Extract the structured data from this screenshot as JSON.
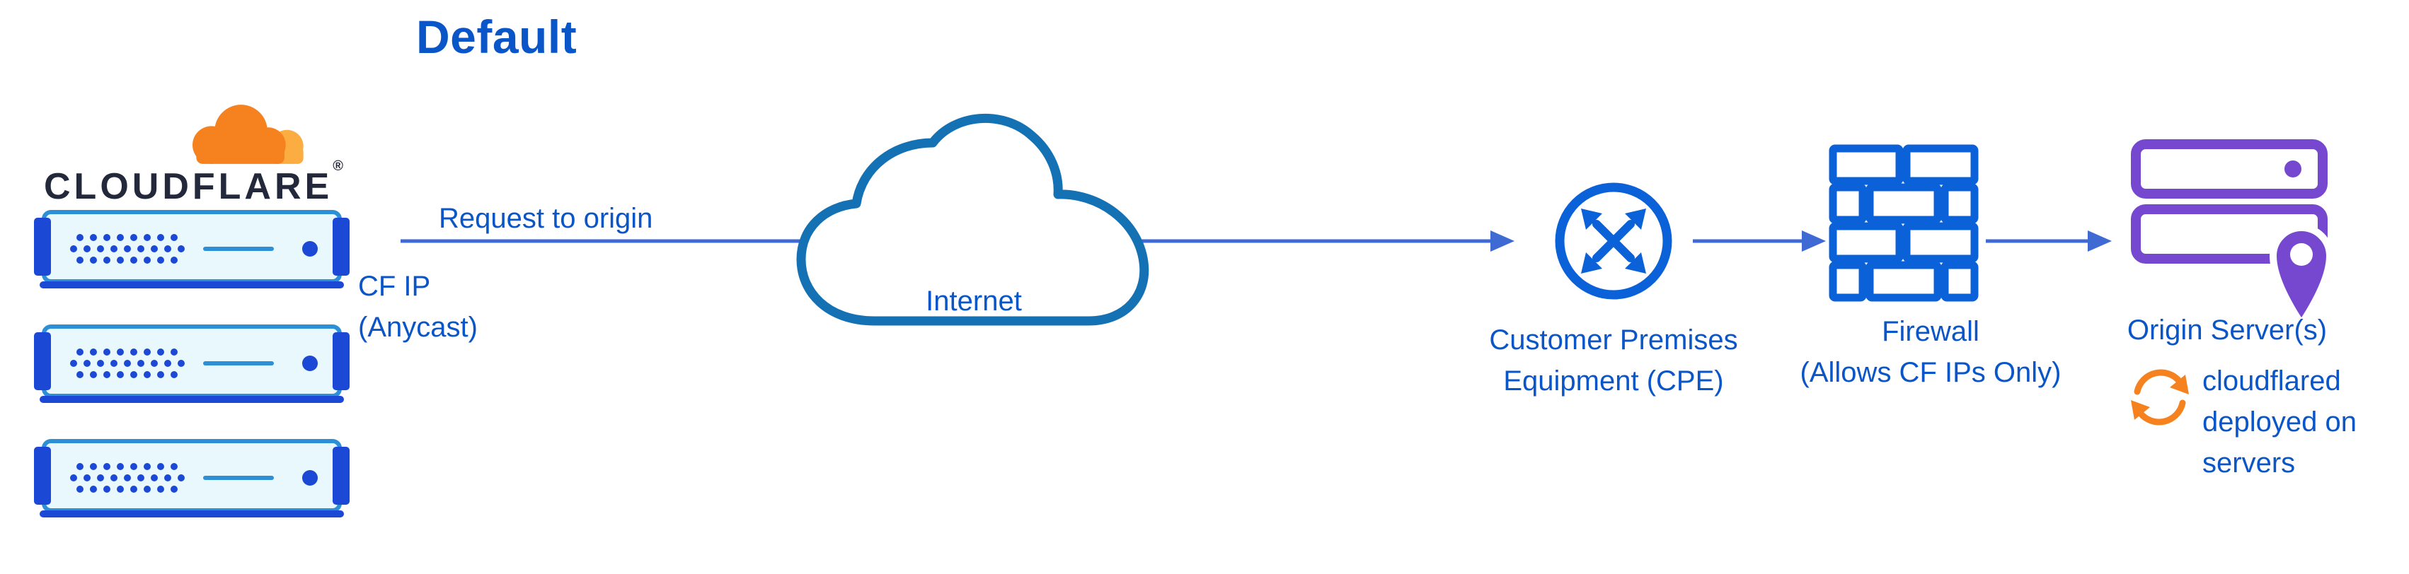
{
  "title": "Default",
  "cloudflare": {
    "wordmark": "CLOUDFLARE",
    "registered": "®"
  },
  "flow": {
    "request_label": "Request to origin",
    "cf_ip_label": "CF IP\n(Anycast)"
  },
  "nodes": {
    "internet": {
      "label": "Internet"
    },
    "cpe": {
      "label": "Customer Premises\nEquipment (CPE)"
    },
    "firewall": {
      "label": "Firewall\n(Allows CF IPs Only)"
    },
    "origin": {
      "label": "Origin Server(s)",
      "note": "cloudflared\ndeployed on\nservers"
    }
  },
  "colors": {
    "text_blue": "#0a56c8",
    "icon_blue": "#0b62d8",
    "arrow_blue": "#3f6ad4",
    "internet_cloud_outline": "#1371b4",
    "origin_purple": "#7648d0",
    "brand_orange": "#f6821f",
    "brand_orange_light": "#fbad41",
    "wordmark_color": "#23283b",
    "server_fill": "#e9f8fd",
    "server_border": "#2d8fd5",
    "server_accent": "#1b49d6"
  }
}
